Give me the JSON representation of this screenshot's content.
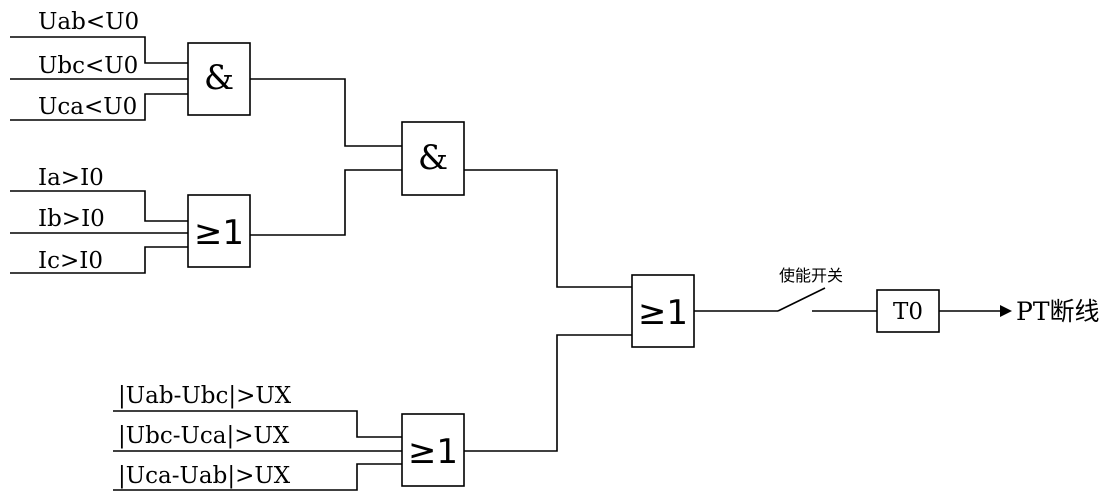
{
  "inputs": {
    "u_ab": "Uab<U0",
    "u_bc": "Ubc<U0",
    "u_ca": "Uca<U0",
    "i_a": "Ia>I0",
    "i_b": "Ib>I0",
    "i_c": "Ic>I0",
    "d_ab_bc": "|Uab-Ubc|>UX",
    "d_bc_ca": "|Ubc-Uca|>UX",
    "d_ca_ab": "|Uca-Uab|>UX"
  },
  "gates": {
    "and_symbol": "&",
    "or_symbol": "≥1",
    "timer": "T0"
  },
  "switch_label": "使能开关",
  "output_label": "PT断线"
}
